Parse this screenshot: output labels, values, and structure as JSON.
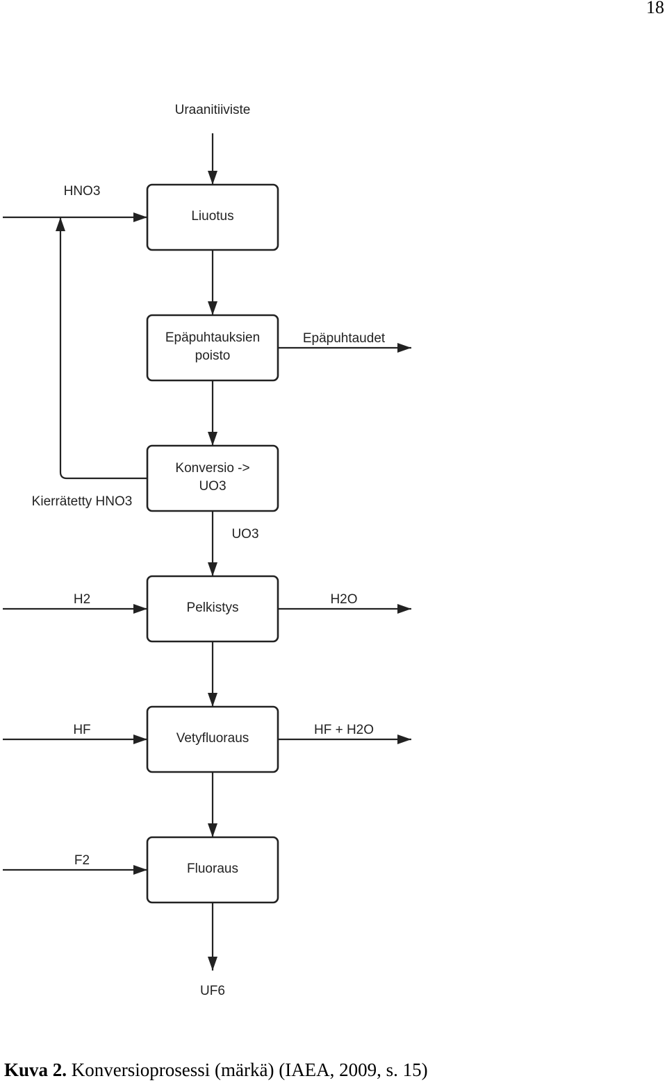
{
  "page_number": "18",
  "caption": {
    "label": "Kuva 2.",
    "text": "Konversioprosessi (märkä) (IAEA, 2009, s. 15)"
  },
  "input": "Uraanitiiviste",
  "output": "UF6",
  "steps": [
    {
      "lines": [
        "Liuotus"
      ]
    },
    {
      "lines": [
        "Epäpuhtauksien",
        "poisto"
      ]
    },
    {
      "lines": [
        "Konversio ->",
        "UO3"
      ]
    },
    {
      "lines": [
        "Pelkistys"
      ]
    },
    {
      "lines": [
        "Vetyfluoraus"
      ]
    },
    {
      "lines": [
        "Fluoraus"
      ]
    }
  ],
  "flows": {
    "hno3_in": "HNO3",
    "impurities_out": "Epäpuhtaudet",
    "recycled_hno3": "Kierrätetty HNO3",
    "uo3": "UO3",
    "h2_in": "H2",
    "h2o_out": "H2O",
    "hf_in": "HF",
    "hf_h2o_out": "HF + H2O",
    "f2_in": "F2"
  },
  "colors": {
    "stroke": "#222222",
    "background": "#ffffff"
  }
}
